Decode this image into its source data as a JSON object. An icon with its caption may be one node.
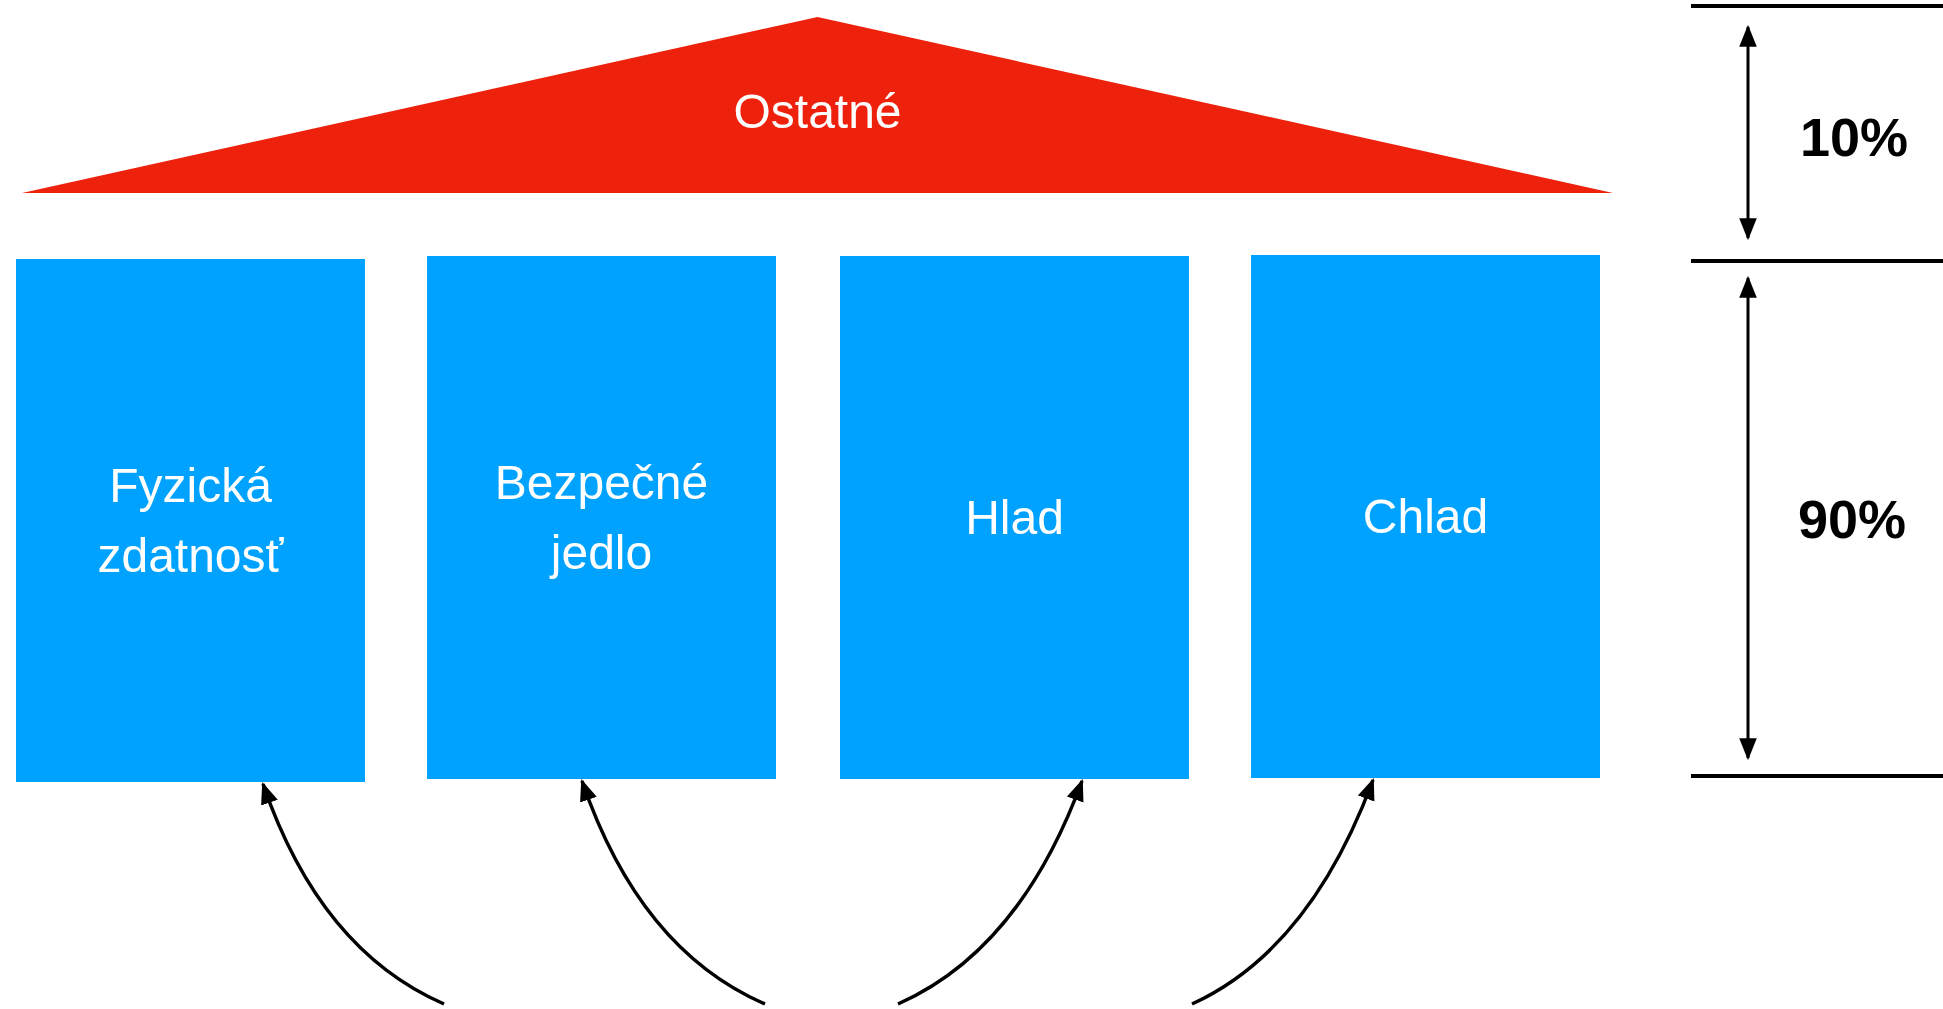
{
  "diagram": {
    "nodes": [
      {
        "text": [
          "Ostatné"
        ]
      },
      {
        "text": [
          "Fyzická zdatnosť"
        ]
      },
      {
        "text": [
          "Bezpečné jedlo"
        ]
      },
      {
        "text": [
          "Hlad"
        ]
      },
      {
        "text": [
          "Chlad"
        ]
      }
    ],
    "edges": [
      {
        "from": null,
        "to": 1,
        "arrow": "to"
      },
      {
        "from": null,
        "to": 2,
        "arrow": "to"
      },
      {
        "from": null,
        "to": 3,
        "arrow": "to"
      },
      {
        "from": null,
        "to": 4,
        "arrow": "to"
      }
    ],
    "labels": [
      "10%",
      "90%"
    ]
  }
}
